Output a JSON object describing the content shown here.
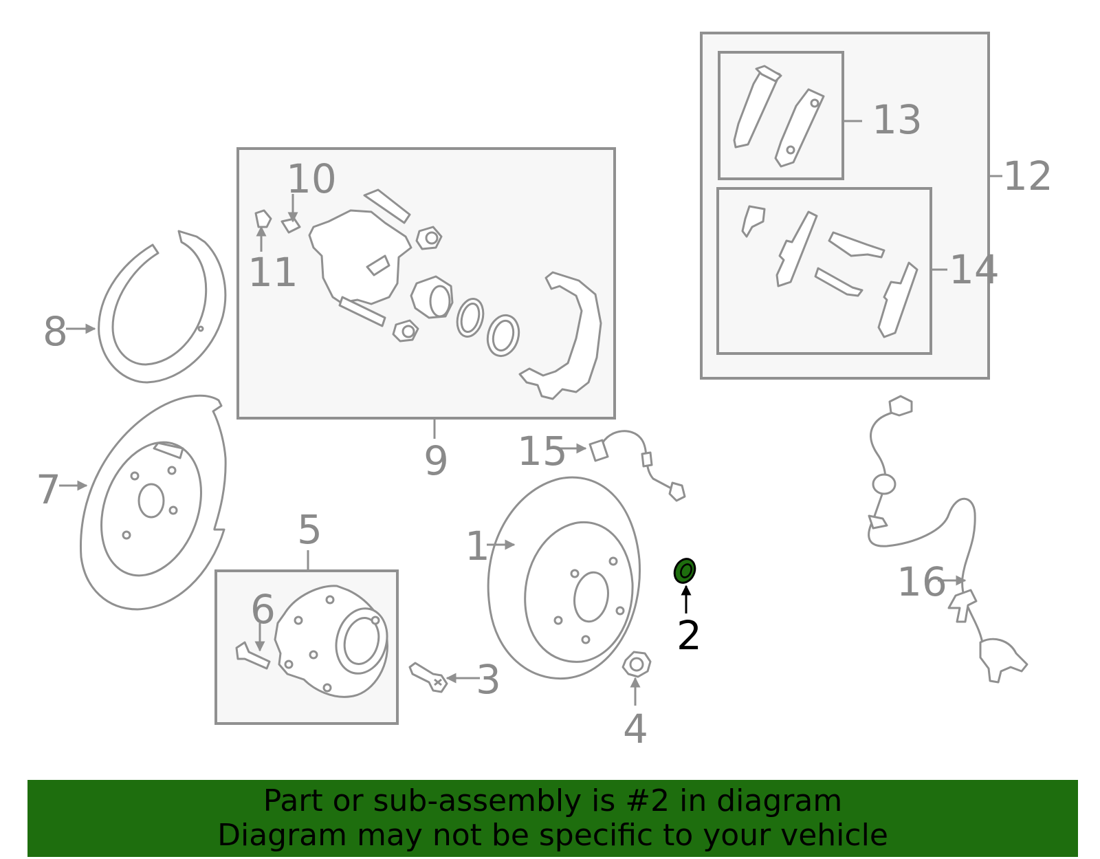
{
  "labels": {
    "p1": "1",
    "p2": "2",
    "p3": "3",
    "p4": "4",
    "p5": "5",
    "p6": "6",
    "p7": "7",
    "p8": "8",
    "p9": "9",
    "p10": "10",
    "p11": "11",
    "p12": "12",
    "p13": "13",
    "p14": "14",
    "p15": "15",
    "p16": "16"
  },
  "highlighted_part": "2",
  "colors": {
    "line": "#909090",
    "highlight": "#1e6e0e",
    "banner": "#1e6e0e",
    "box_fill": "#f7f7f7"
  },
  "banner": {
    "line1": "Part or sub-assembly is #2 in diagram",
    "line2": "Diagram may not be specific to your vehicle"
  }
}
